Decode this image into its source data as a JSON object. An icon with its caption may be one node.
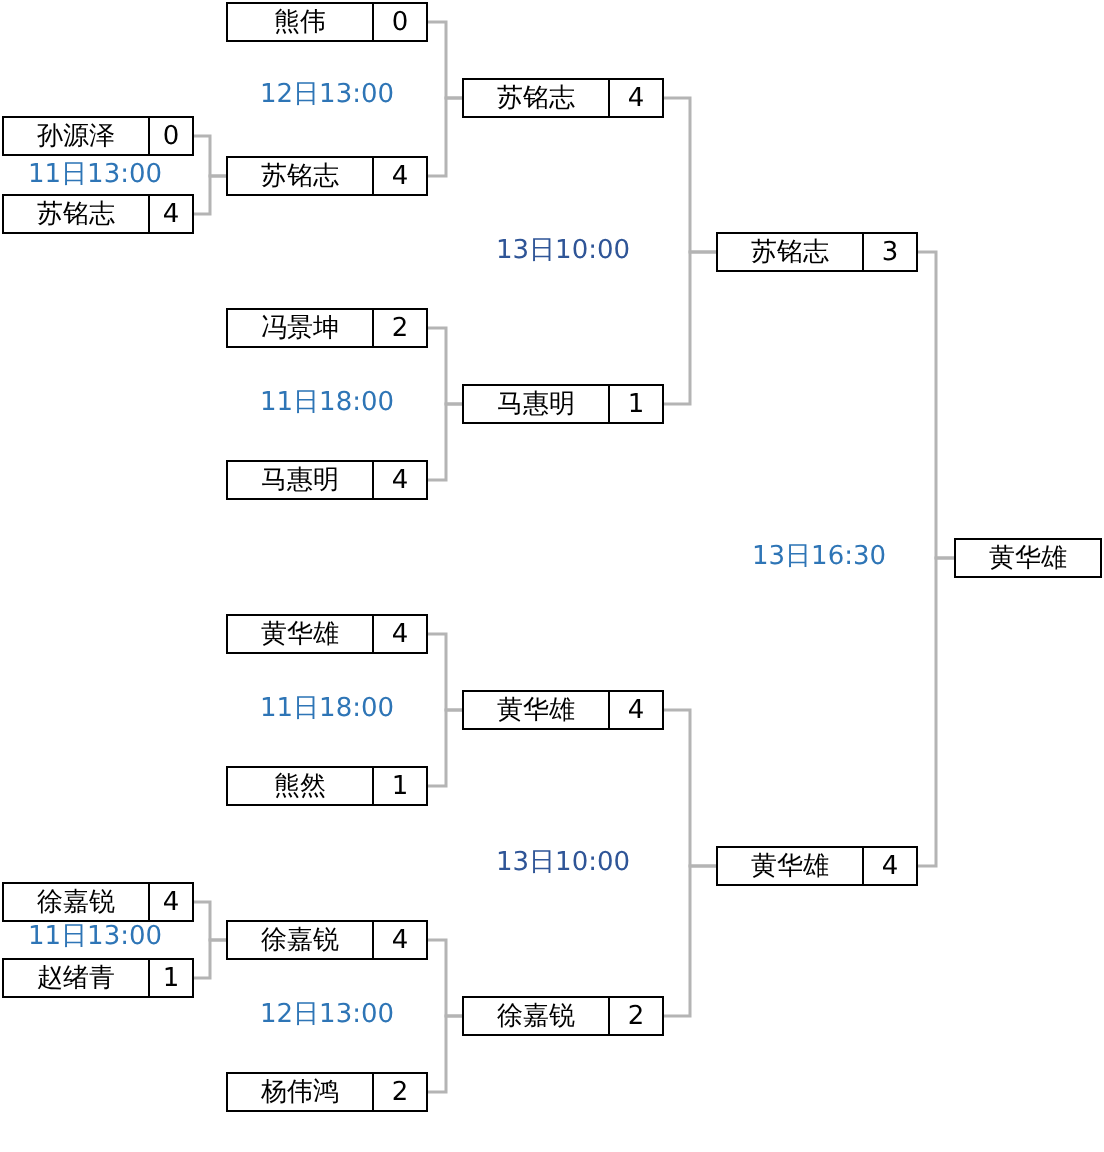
{
  "diagram": {
    "nodes": [
      {
        "text": [
          "孙源泽",
          "0"
        ]
      },
      {
        "text": [
          "苏铭志",
          "4"
        ]
      },
      {
        "text": [
          "徐嘉锐",
          "4"
        ]
      },
      {
        "text": [
          "赵绪青",
          "1"
        ]
      },
      {
        "text": [
          "熊伟",
          "0"
        ]
      },
      {
        "text": [
          "苏铭志",
          "4"
        ]
      },
      {
        "text": [
          "冯景坤",
          "2"
        ]
      },
      {
        "text": [
          "马惠明",
          "4"
        ]
      },
      {
        "text": [
          "黄华雄",
          "4"
        ]
      },
      {
        "text": [
          "熊然",
          "1"
        ]
      },
      {
        "text": [
          "徐嘉锐",
          "4"
        ]
      },
      {
        "text": [
          "杨伟鸿",
          "2"
        ]
      },
      {
        "text": [
          "苏铭志",
          "4"
        ]
      },
      {
        "text": [
          "马惠明",
          "1"
        ]
      },
      {
        "text": [
          "黄华雄",
          "4"
        ]
      },
      {
        "text": [
          "徐嘉锐",
          "2"
        ]
      },
      {
        "text": [
          "苏铭志",
          "3"
        ]
      },
      {
        "text": [
          "黄华雄",
          "4"
        ]
      },
      {
        "text": [
          "黄华雄"
        ]
      }
    ],
    "edges": [
      {
        "from": 0,
        "to": 5,
        "arrow": "none"
      },
      {
        "from": 1,
        "to": 5,
        "arrow": "none"
      },
      {
        "from": 2,
        "to": 10,
        "arrow": "none"
      },
      {
        "from": 3,
        "to": 10,
        "arrow": "none"
      },
      {
        "from": 4,
        "to": 12,
        "arrow": "none"
      },
      {
        "from": 5,
        "to": 12,
        "arrow": "none"
      },
      {
        "from": 6,
        "to": 13,
        "arrow": "none"
      },
      {
        "from": 7,
        "to": 13,
        "arrow": "none"
      },
      {
        "from": 8,
        "to": 14,
        "arrow": "none"
      },
      {
        "from": 9,
        "to": 14,
        "arrow": "none"
      },
      {
        "from": 10,
        "to": 15,
        "arrow": "none"
      },
      {
        "from": 11,
        "to": 15,
        "arrow": "none"
      },
      {
        "from": 12,
        "to": 16,
        "arrow": "none"
      },
      {
        "from": 13,
        "to": 16,
        "arrow": "none"
      },
      {
        "from": 14,
        "to": 17,
        "arrow": "none"
      },
      {
        "from": 15,
        "to": 17,
        "arrow": "none"
      },
      {
        "from": 16,
        "to": 18,
        "arrow": "none"
      },
      {
        "from": 17,
        "to": 18,
        "arrow": "none"
      }
    ],
    "labels": [
      "12日13:00",
      "11日13:00",
      "13日10:00",
      "11日18:00",
      "13日16:30",
      "11日18:00",
      "13日10:00",
      "11日13:00",
      "12日13:00"
    ]
  }
}
